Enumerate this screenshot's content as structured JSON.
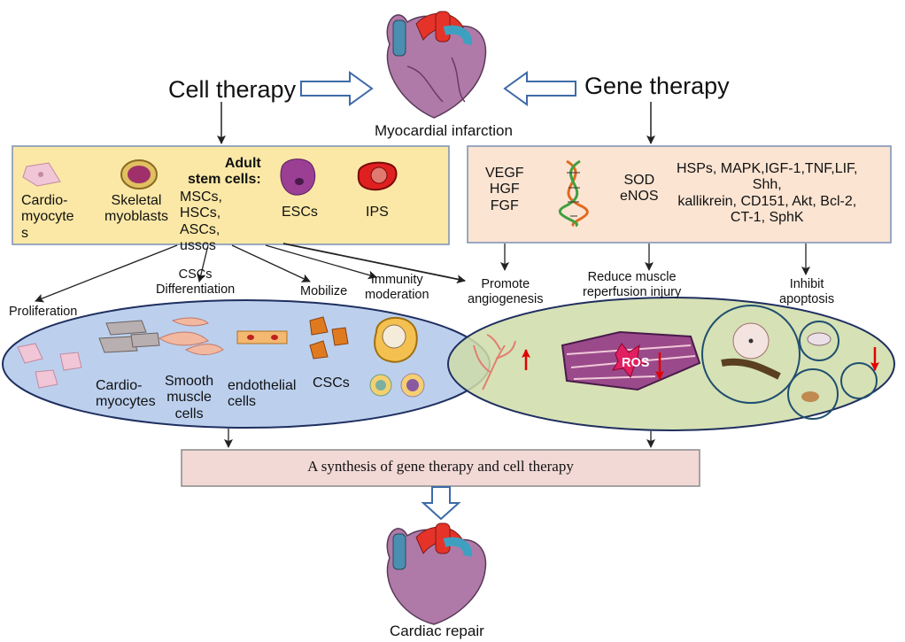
{
  "top": {
    "cell_therapy": "Cell therapy",
    "gene_therapy": "Gene therapy",
    "myocardial_infarction": "Myocardial infarction"
  },
  "cell_box": {
    "cardiomyocytes": "Cardio-\nmyocyte\ns",
    "skeletal_myoblasts": "Skeletal\nmyoblasts",
    "adult_stem_cells_heading": "Adult\nstem cells:",
    "adult_stem_cells_list": "MSCs,\nHSCs,\nASCs,\nusscs",
    "escs": "ESCs",
    "ips": "IPS"
  },
  "gene_box": {
    "growth_factors": "VEGF\nHGF\nFGF",
    "sod_enos": "SOD\neNOS",
    "genes": "HSPs, MAPK,IGF-1,TNF,LIF,\nShh,\nkallikrein, CD151, Akt, Bcl-2,\nCT-1, SphK"
  },
  "mechanisms": {
    "proliferation": "Proliferation",
    "cscs_differentiation": "CSCs\nDifferentiation",
    "mobilize": "Mobilize",
    "immunity_moderation": "Immunity\nmoderation",
    "promote_angiogenesis": "Promote\nangiogenesis",
    "reduce_injury": "Reduce muscle\nreperfusion injury",
    "inhibit_apoptosis": "Inhibit\napoptosis"
  },
  "cell_ellipse": {
    "cardiomyocytes": "Cardio-\nmyocytes",
    "smooth_muscle": "Smooth\nmuscle\ncells",
    "endothelial": "endothelial\ncells",
    "cscs": "CSCs"
  },
  "gene_ellipse": {
    "ros": "ROS"
  },
  "synthesis": "A synthesis of gene therapy and cell therapy",
  "cardiac_repair": "Cardiac repair",
  "colors": {
    "cell_box_fill": "#fbe8a6",
    "gene_box_fill": "#fbe4d2",
    "box_border": "#7a8fb5",
    "cell_ellipse_fill": "#bcd0ee",
    "gene_ellipse_fill": "#cfdca8",
    "synthesis_fill": "#f2d9d6",
    "hollow_arrow": "#3e6aa8",
    "red_arrow": "#e00000"
  }
}
